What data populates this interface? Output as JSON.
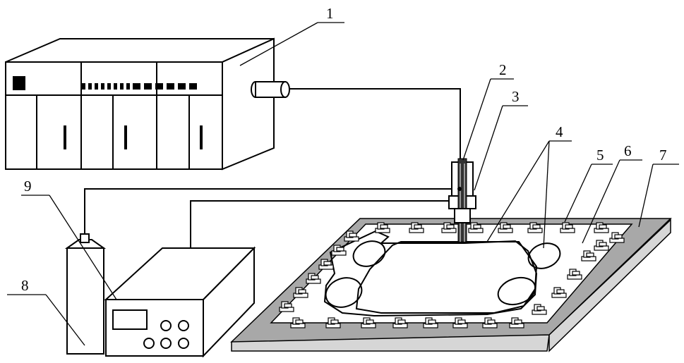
{
  "labels": {
    "l1": "1",
    "l2": "2",
    "l3": "3",
    "l4": "4",
    "l5": "5",
    "l6": "6",
    "l7": "7",
    "l8": "8",
    "l9": "9"
  },
  "colors": {
    "stroke": "#000000",
    "plate_top": "#a8a8a8",
    "plate_side": "#d6d6d6",
    "background": "#ffffff"
  }
}
